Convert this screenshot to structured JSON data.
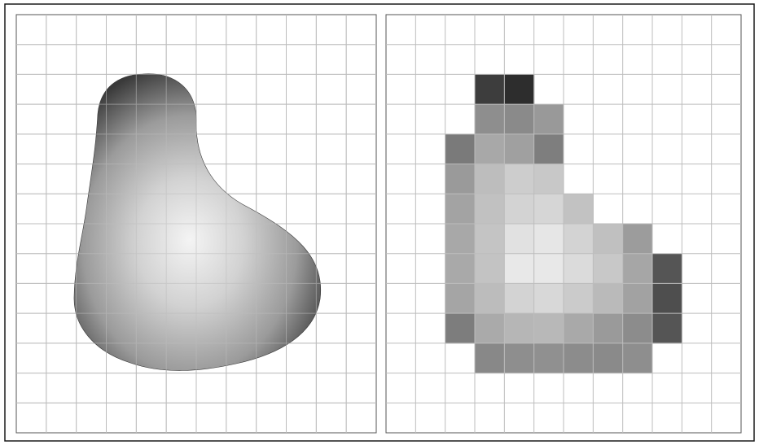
{
  "figure": {
    "panels": [
      {
        "id": "continuous",
        "kind": "smooth-shaded-shape",
        "grid": {
          "columns": 12,
          "rows": 14
        }
      },
      {
        "id": "sampled",
        "kind": "pixelated-shape",
        "grid": {
          "columns": 12,
          "rows": 14
        },
        "pixel_gray_levels": [
          [
            null,
            null,
            null,
            null,
            null,
            null,
            null,
            null,
            null,
            null,
            null,
            null
          ],
          [
            null,
            null,
            null,
            null,
            null,
            null,
            null,
            null,
            null,
            null,
            null,
            null
          ],
          [
            null,
            null,
            null,
            "#3d3d3d",
            "#2d2d2d",
            null,
            null,
            null,
            null,
            null,
            null,
            null
          ],
          [
            null,
            null,
            null,
            "#8e8e8e",
            "#8a8a8a",
            "#999999",
            null,
            null,
            null,
            null,
            null,
            null
          ],
          [
            null,
            null,
            "#7a7a7a",
            "#a8a8a8",
            "#a0a0a0",
            "#7e7e7e",
            null,
            null,
            null,
            null,
            null,
            null
          ],
          [
            null,
            null,
            "#9a9a9a",
            "#bdbdbd",
            "#cdcdcd",
            "#c8c8c8",
            null,
            null,
            null,
            null,
            null,
            null
          ],
          [
            null,
            null,
            "#a3a3a3",
            "#c1c1c1",
            "#d3d3d3",
            "#d6d6d6",
            "#c2c2c2",
            null,
            null,
            null,
            null,
            null
          ],
          [
            null,
            null,
            "#a8a8a8",
            "#c4c4c4",
            "#e1e1e1",
            "#e6e6e6",
            "#d3d3d3",
            "#c0c0c0",
            "#9c9c9c",
            null,
            null,
            null
          ],
          [
            null,
            null,
            "#a9a9a9",
            "#c3c3c3",
            "#e8e8e8",
            "#e8e8e8",
            "#dbdbdb",
            "#c8c8c8",
            "#a6a6a6",
            "#555555",
            null,
            null
          ],
          [
            null,
            null,
            "#a5a5a5",
            "#bcbcbc",
            "#d3d3d3",
            "#d8d8d8",
            "#cbcbcb",
            "#bababa",
            "#a2a2a2",
            "#4e4e4e",
            null,
            null
          ],
          [
            null,
            null,
            "#7d7d7d",
            "#aaaaaa",
            "#b6b6b6",
            "#b8b8b8",
            "#a9a9a9",
            "#9a9a9a",
            "#8c8c8c",
            "#555555",
            null,
            null
          ],
          [
            null,
            null,
            null,
            "#888888",
            "#8e8e8e",
            "#909090",
            "#8c8c8c",
            "#8a8a8a",
            "#8e8e8e",
            null,
            null,
            null
          ],
          [
            null,
            null,
            null,
            null,
            null,
            null,
            null,
            null,
            null,
            null,
            null,
            null
          ],
          [
            null,
            null,
            null,
            null,
            null,
            null,
            null,
            null,
            null,
            null,
            null,
            null
          ]
        ]
      }
    ],
    "colors": {
      "grid_line": "#bdbdbd",
      "border": "#1a1a1a",
      "background": "#ffffff",
      "shape_highlight": "#f4f4f4",
      "shape_mid": "#a9a9a9",
      "shape_dark": "#3a3a3a"
    }
  }
}
